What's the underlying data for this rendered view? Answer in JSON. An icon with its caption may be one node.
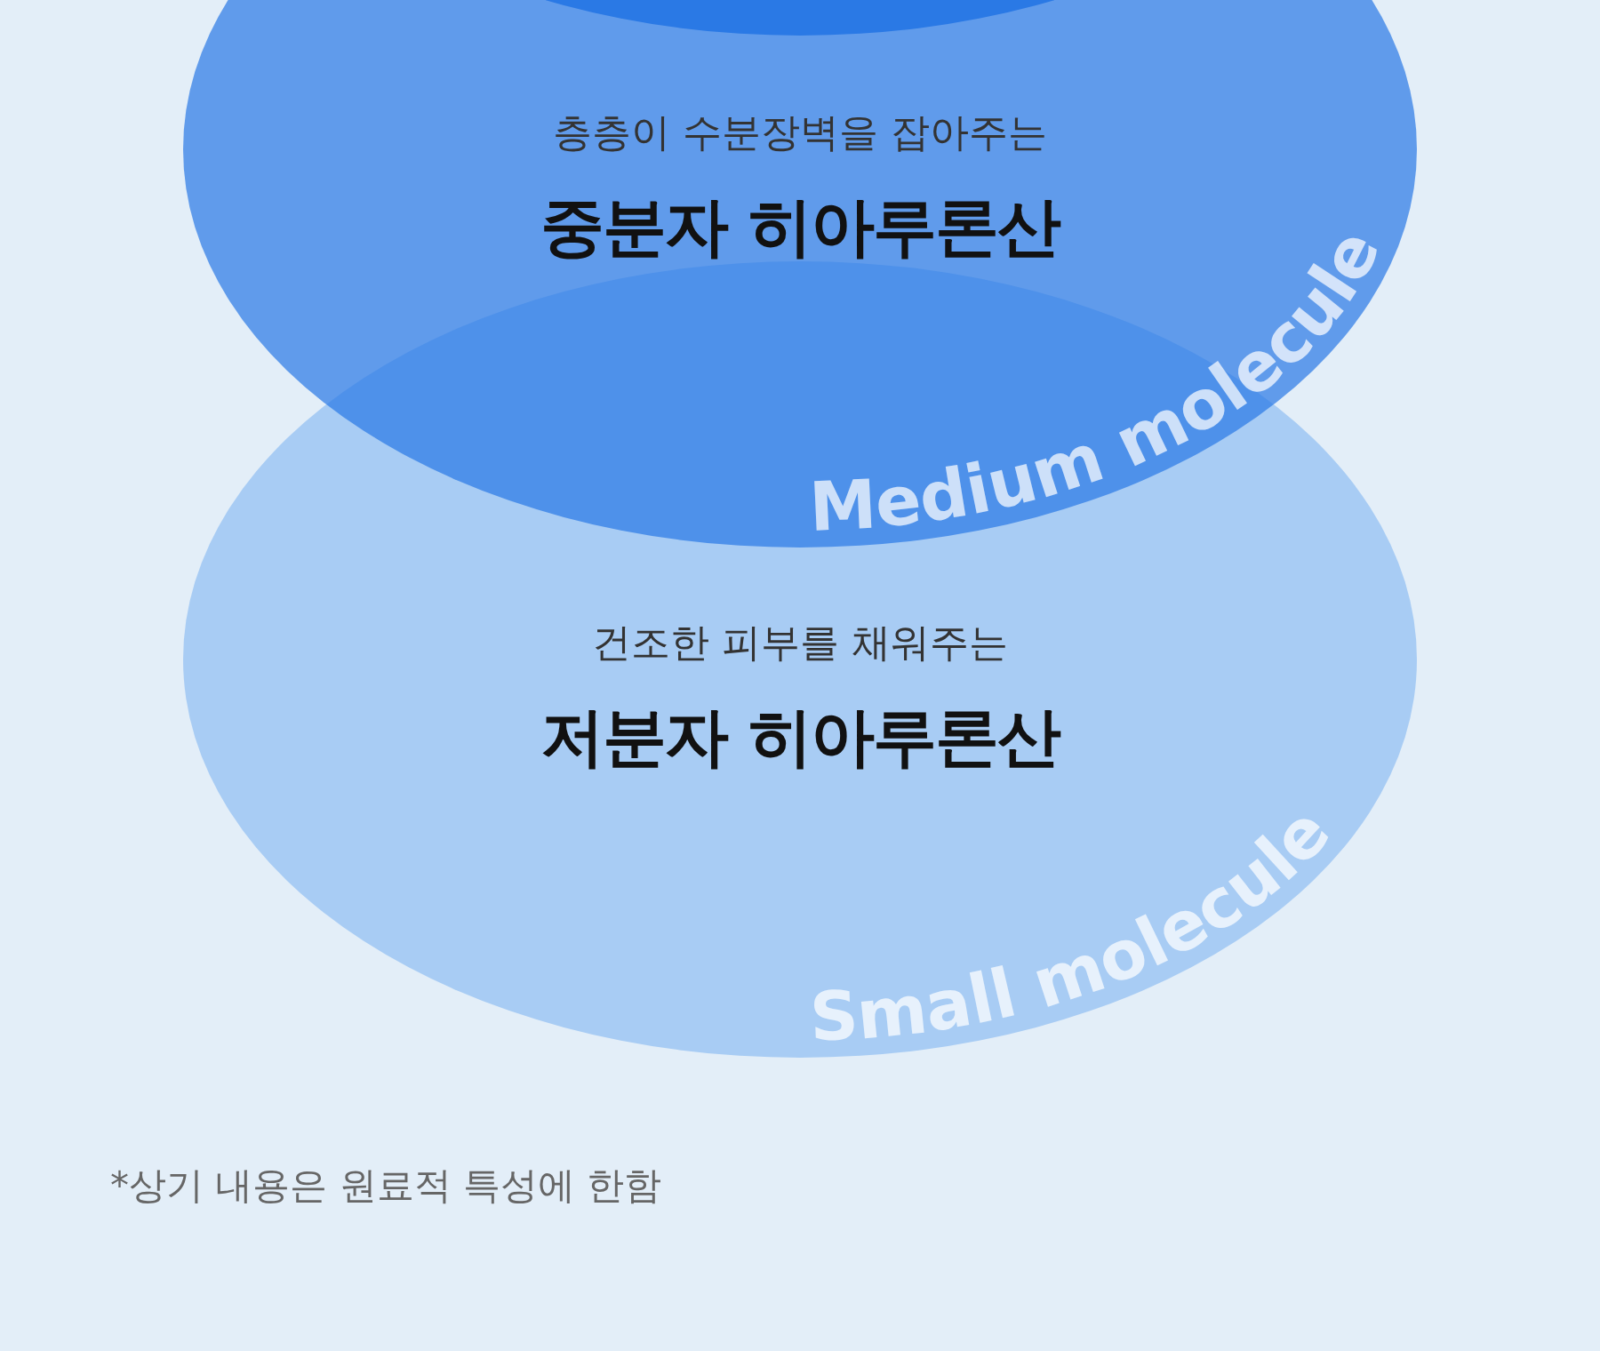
{
  "diagram": {
    "nodes": [
      {
        "text": [],
        "shape": "ellipse"
      },
      {
        "text": [
          "층층이 수분장벽을 잡아주는",
          "중분자 히아루론산",
          "Medium molecule"
        ]
      },
      {
        "text": [
          "건조한 피부를 채워주는",
          "저분자 히아루론산",
          "Small molecule"
        ]
      }
    ],
    "edges": [],
    "labels": [
      "*상기 내용은 원료적 특성에 한함"
    ]
  }
}
